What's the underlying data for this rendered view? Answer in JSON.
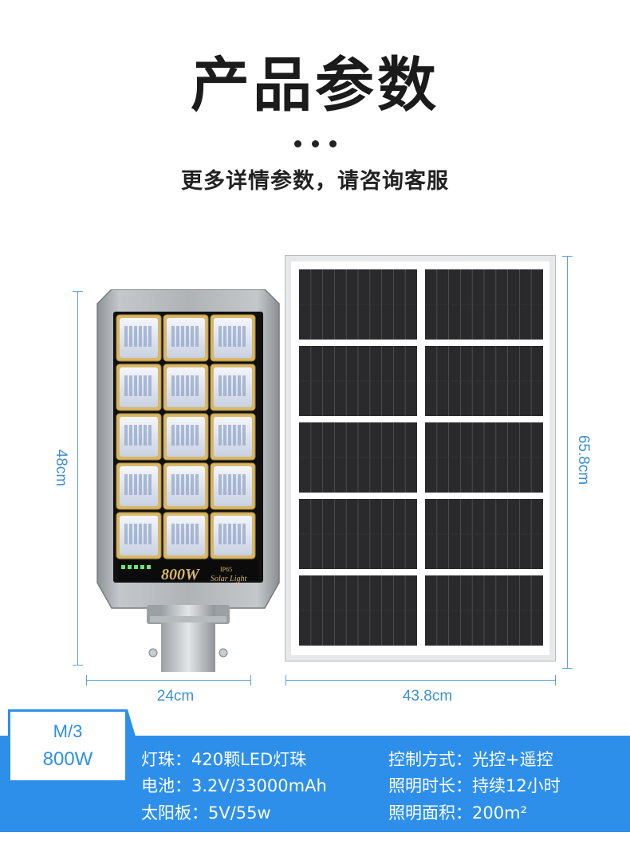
{
  "header": {
    "title": "产品参数",
    "subtitle": "更多详情参数，请咨询客服"
  },
  "lamp": {
    "height_label": "48cm",
    "width_label": "24cm",
    "wattage_label": "800W",
    "brand_label": "Solar Light",
    "rating_label": "IP65",
    "indicator_colors": [
      "#6ee86e",
      "#6ee86e",
      "#6ee86e",
      "#6ee86e",
      "#6ee86e"
    ]
  },
  "solar_panel": {
    "height_label": "65.8cm",
    "width_label": "43.8cm"
  },
  "model": {
    "code": "M/3",
    "power": "800W"
  },
  "specs": {
    "left": [
      {
        "label": "灯珠：",
        "value": "420颗LED灯珠"
      },
      {
        "label": "电池：",
        "value": "3.2V/33000mAh"
      },
      {
        "label": "太阳板：",
        "value": "5V/55w"
      }
    ],
    "right": [
      {
        "label": "控制方式：",
        "value": "光控+遥控"
      },
      {
        "label": "照明时长：",
        "value": "持续12小时"
      },
      {
        "label": "照明面积：",
        "value": "200m²"
      }
    ]
  },
  "colors": {
    "accent": "#2d8fea",
    "dimension": "#3d8fd0"
  }
}
